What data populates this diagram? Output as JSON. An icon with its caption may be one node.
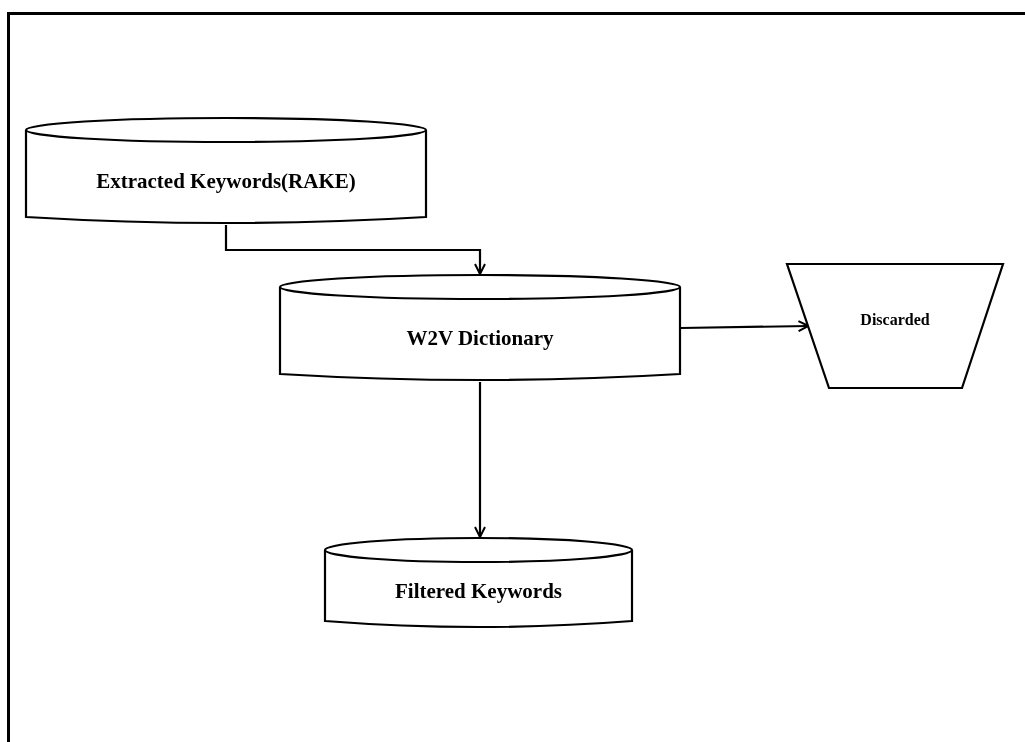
{
  "diagram": {
    "nodes": [
      {
        "text": [
          "Extracted Keywords(RAKE)"
        ]
      },
      {
        "text": [
          "W2V Dictionary"
        ]
      },
      {
        "text": [
          "Discarded"
        ]
      },
      {
        "text": [
          "Filtered Keywords"
        ]
      }
    ],
    "edges": [
      {
        "from": 0,
        "to": 1,
        "arrow": "to"
      },
      {
        "from": 1,
        "to": 2,
        "arrow": "to"
      },
      {
        "from": 1,
        "to": 3,
        "arrow": "to"
      }
    ]
  }
}
